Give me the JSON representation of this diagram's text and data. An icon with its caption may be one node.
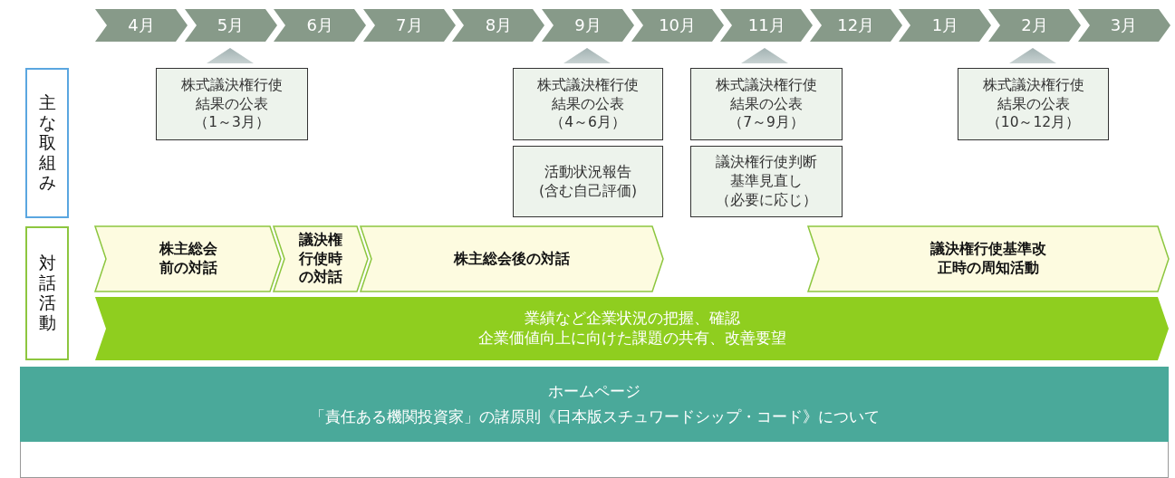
{
  "diagram": {
    "nodes": [
      {
        "text": [
          "4月"
        ]
      },
      {
        "text": [
          "5月"
        ]
      },
      {
        "text": [
          "6月"
        ]
      },
      {
        "text": [
          "7月"
        ]
      },
      {
        "text": [
          "8月"
        ]
      },
      {
        "text": [
          "9月"
        ]
      },
      {
        "text": [
          "10月"
        ]
      },
      {
        "text": [
          "11月"
        ]
      },
      {
        "text": [
          "12月"
        ]
      },
      {
        "text": [
          "1月"
        ]
      },
      {
        "text": [
          "2月"
        ]
      },
      {
        "text": [
          "3月"
        ]
      },
      {
        "text": [
          "主な取組み"
        ]
      },
      {
        "text": [
          "株式議決権行使結果の公表",
          "（1～3月）"
        ]
      },
      {
        "text": [
          "株式議決権行使結果の公表",
          "（4～6月）"
        ]
      },
      {
        "text": [
          "活動状況報告",
          "(含む自己評価)"
        ]
      },
      {
        "text": [
          "株式議決権行使結果の公表",
          "（7～9月）"
        ]
      },
      {
        "text": [
          "議決権行使判断基準見直し",
          "（必要に応じ）"
        ]
      },
      {
        "text": [
          "株式議決権行使結果の公表",
          "（10～12月）"
        ]
      },
      {
        "text": [
          "対話活動"
        ]
      },
      {
        "text": [
          "株主総会前の対話"
        ]
      },
      {
        "text": [
          "議決権行使時の対話"
        ]
      },
      {
        "text": [
          "株主総会後の対話"
        ]
      },
      {
        "text": [
          "議決権行使基準改正時の周知活動"
        ]
      },
      {
        "text": [
          "業績など企業状況の把握、確認",
          "企業価値向上に向けた課題の共有、改善要望"
        ]
      },
      {
        "text": [
          "ホームページ",
          "「責任ある機関投資家」の諸原則《日本版スチュワードシップ・コード》について"
        ]
      },
      {
        "text": [],
        "shape": "box"
      }
    ],
    "edges": []
  }
}
